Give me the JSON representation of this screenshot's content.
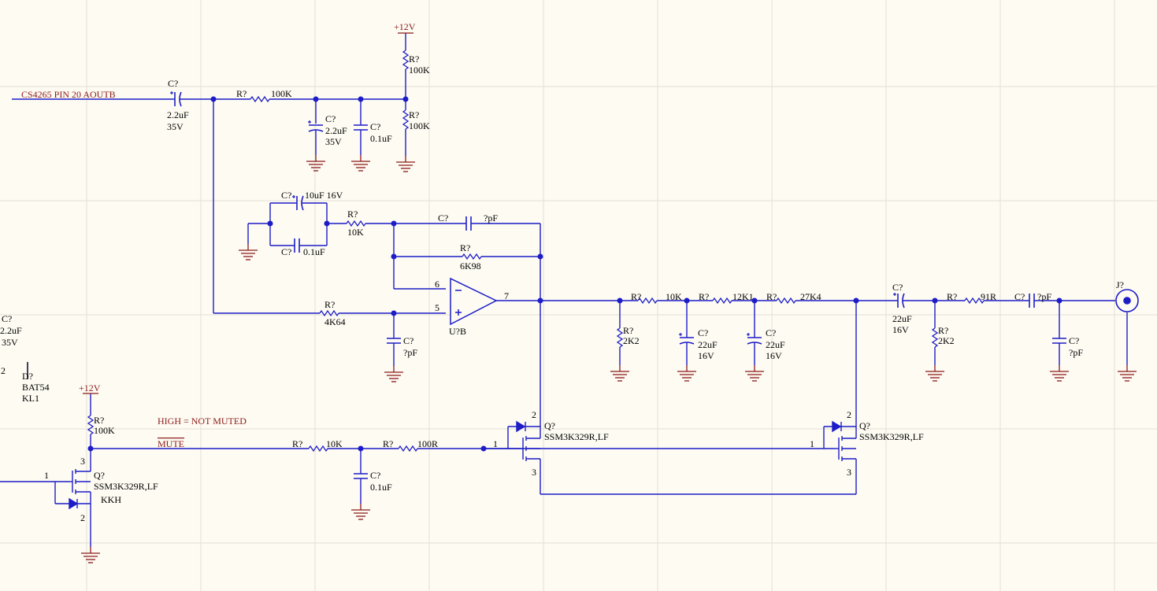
{
  "colors": {
    "background": "#fdfbf2",
    "grid": "#e3e1d6",
    "wire": "#1d1dc7",
    "part_text": "#1d1dc7",
    "net_text": "#8b1a1a",
    "power": "#8b1a1a",
    "pin_text": "#000000",
    "value_text": "#000000"
  },
  "net_labels": {
    "input": "CS4265 PIN 20 AOUTB",
    "vcc_top": "+12V",
    "vcc_left": "+12V",
    "mute_note": "HIGH = NOT MUTED",
    "mute_net": "MUTE"
  },
  "components": {
    "c_in": {
      "ref": "C?",
      "value": "2.2uF",
      "voltage": "35V"
    },
    "r_in": {
      "ref": "R?",
      "value": "100K"
    },
    "r_bias_top": {
      "ref": "R?",
      "value": "100K"
    },
    "r_bias_bot": {
      "ref": "R?",
      "value": "100K"
    },
    "c_bias_elec": {
      "ref": "C?",
      "value": "2.2uF",
      "voltage": "35V"
    },
    "c_bias_cer": {
      "ref": "C?",
      "value": "0.1uF"
    },
    "c_fb_elec": {
      "ref": "C?",
      "value": "10uF 16V"
    },
    "c_fb_cer": {
      "ref": "C?",
      "value": "0.1uF"
    },
    "r_gain": {
      "ref": "R?",
      "value": "10K"
    },
    "c_feedback": {
      "ref": "C?",
      "value": "?pF"
    },
    "r_feedback": {
      "ref": "R?",
      "value": "6K98"
    },
    "r_plus": {
      "ref": "R?",
      "value": "4K64"
    },
    "c_plus": {
      "ref": "C?",
      "value": "?pF"
    },
    "opamp": {
      "ref": "U?B",
      "pin_inv": "6",
      "pin_noninv": "5",
      "pin_out": "7"
    },
    "r_f1": {
      "ref": "R?",
      "value": "10K"
    },
    "r_f2": {
      "ref": "R?",
      "value": "12K1"
    },
    "r_f3": {
      "ref": "R?",
      "value": "27K4"
    },
    "r_sh1": {
      "ref": "R?",
      "value": "2K2"
    },
    "c_f1": {
      "ref": "C?",
      "value": "22uF",
      "voltage": "16V"
    },
    "c_f2": {
      "ref": "C?",
      "value": "22uF",
      "voltage": "16V"
    },
    "c_out": {
      "ref": "C?",
      "value": "22uF",
      "voltage": "16V"
    },
    "r_sh2": {
      "ref": "R?",
      "value": "2K2"
    },
    "r_out": {
      "ref": "R?",
      "value": "91R"
    },
    "c_out2": {
      "ref": "C?",
      "value": "?pF"
    },
    "c_out3": {
      "ref": "C?",
      "value": "?pF"
    },
    "jack": {
      "ref": "J?"
    },
    "c_left": {
      "ref": "C?",
      "value": "2.2uF",
      "voltage": "35V"
    },
    "diode": {
      "ref": "D?",
      "value": "BAT54",
      "extra": "KL1",
      "pin": "2"
    },
    "r_pull": {
      "ref": "R?",
      "value": "100K"
    },
    "q_left": {
      "ref": "Q?",
      "value": "SSM3K329R,LF",
      "marking": "KKH",
      "pin_g": "1",
      "pin_d": "3",
      "pin_s": "2"
    },
    "r_mute1": {
      "ref": "R?",
      "value": "10K"
    },
    "r_mute2": {
      "ref": "R?",
      "value": "100R"
    },
    "c_mute": {
      "ref": "C?",
      "value": "0.1uF"
    },
    "q_mid": {
      "ref": "Q?",
      "value": "SSM3K329R,LF",
      "pin_g": "1",
      "pin_d": "2",
      "pin_s": "3"
    },
    "q_right": {
      "ref": "Q?",
      "value": "SSM3K329R,LF",
      "pin_g": "1",
      "pin_d": "2",
      "pin_s": "3"
    }
  }
}
